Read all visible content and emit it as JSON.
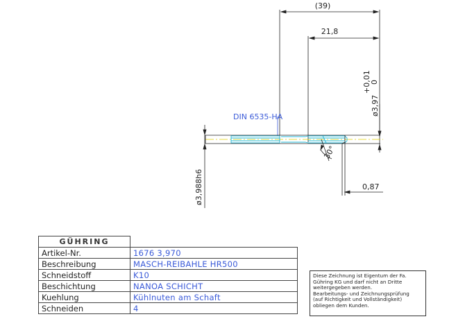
{
  "drawing": {
    "dimensions": {
      "overall_length": "(39)",
      "tip_length": "21,8",
      "tip_diameter": "ø3,97",
      "tip_tolerance_upper": "+0,01",
      "tip_tolerance_lower": "0",
      "shank_diameter": "ø3,988h6",
      "chamfer_angle": "30°",
      "offset": "0,87"
    },
    "standard_label": "DIN 6535-HA"
  },
  "title_block": {
    "logo_text": "GÜHRING",
    "rows": [
      {
        "label": "Artikel-Nr.",
        "value": "1676  3,970"
      },
      {
        "label": "Beschreibung",
        "value": "MASCH-REIBAHLE HR500"
      },
      {
        "label": "Schneidstoff",
        "value": "K10"
      },
      {
        "label": "Beschichtung",
        "value": "NANOA SCHICHT"
      },
      {
        "label": "Kuehlung",
        "value": "Kühlnuten am Schaft"
      },
      {
        "label": "Schneiden",
        "value": "4"
      }
    ]
  },
  "notice": {
    "lines": [
      "Diese Zeichnung ist Eigentum der Fa.",
      "Gühring KG und darf nicht an Dritte",
      "weitergegeben werden.",
      "Bearbeitungs- und Zeichnungsprüfung",
      "(auf Richtigkeit und Vollständigkeit)",
      "obliegen dem Kunden."
    ]
  },
  "colors": {
    "line": "#222222",
    "cyan": "#22b8d8",
    "blue": "#3a5ad8",
    "yellow": "#e0d000"
  }
}
